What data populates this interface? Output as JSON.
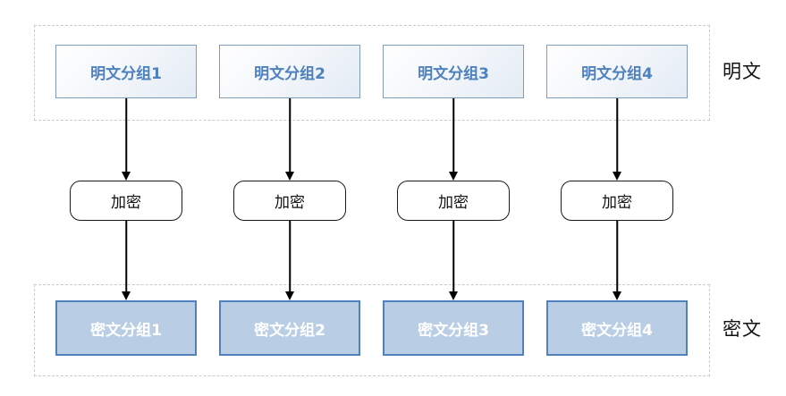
{
  "diagram": {
    "title_implicit": "块加密(ECB)分组加密流程",
    "plaintext_group": {
      "label": "明文",
      "blocks": [
        "明文分组1",
        "明文分组2",
        "明文分组3",
        "明文分组4"
      ]
    },
    "encrypt_label": "加密",
    "ciphertext_group": {
      "label": "密文",
      "blocks": [
        "密文分组1",
        "密文分组2",
        "密文分组3",
        "密文分组4"
      ]
    },
    "colors": {
      "plaintext_box_border": "#7f9db9",
      "plaintext_box_fill_gradient_start": "#ffffff",
      "plaintext_box_fill_gradient_end": "#e3ebf4",
      "plaintext_text": "#4f81bd",
      "encrypt_box_border": "#1a1a1a",
      "encrypt_box_fill": "#ffffff",
      "encrypt_text": "#111111",
      "ciphertext_box_fill": "#b9cde5",
      "ciphertext_box_border": "#4f81bd",
      "ciphertext_text": "#ffffff",
      "arrow": "#000000",
      "group_frame_dashed_border": "#c9c9c9",
      "group_label_text": "#111111"
    }
  }
}
